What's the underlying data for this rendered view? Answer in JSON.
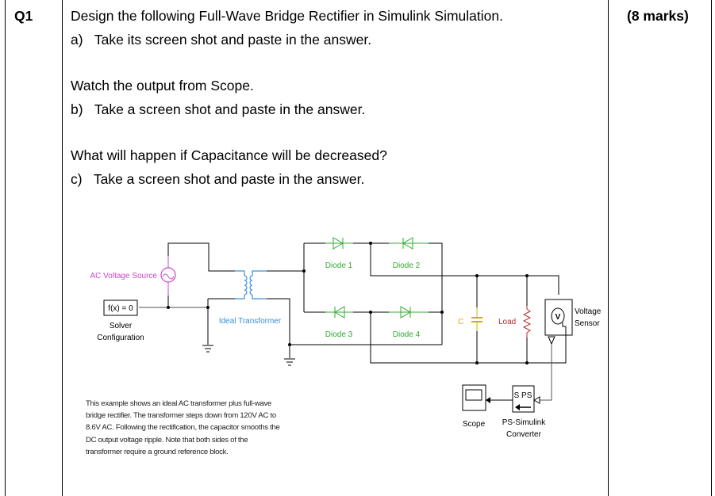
{
  "question": {
    "number": "Q1",
    "marks": "(8 marks)",
    "title": "Design the following Full-Wave Bridge Rectifier in Simulink Simulation.",
    "part_a": "a)   Take its screen shot and paste in the answer.",
    "scope_instruction": "Watch the output from Scope.",
    "part_b": "b)   Take a screen shot and paste in the answer.",
    "capacitance_question": "What will happen if Capacitance will be decreased?",
    "part_c": "c)   Take a screen shot and paste in the answer."
  },
  "diagram": {
    "ac_source": "AC Voltage Source",
    "solver_block": "f(x) = 0",
    "solver_label_1": "Solver",
    "solver_label_2": "Configuration",
    "transformer": "Ideal Transformer",
    "diode1": "Diode 1",
    "diode2": "Diode 2",
    "diode3": "Diode 3",
    "diode4": "Diode 4",
    "capacitor": "C",
    "load": "Load",
    "sensor_symbol": "V",
    "sensor_label_1": "Voltage",
    "sensor_label_2": "Sensor",
    "converter_block": "S PS",
    "converter_label_1": "PS-Simulink",
    "converter_label_2": "Converter",
    "scope": "Scope",
    "note": "This example shows an ideal AC transformer plus full-wave bridge rectifier. The transformer steps down from 120V AC to 8.6V AC. Following the rectification, the capacitor smooths the DC output voltage ripple. Note that both sides of the transformer require a ground reference block.",
    "colors": {
      "ac_source": "#cc44cc",
      "transformer": "#3a8fd8",
      "diode": "#33aa33",
      "capacitor": "#c8b400",
      "load": "#b03030"
    }
  }
}
